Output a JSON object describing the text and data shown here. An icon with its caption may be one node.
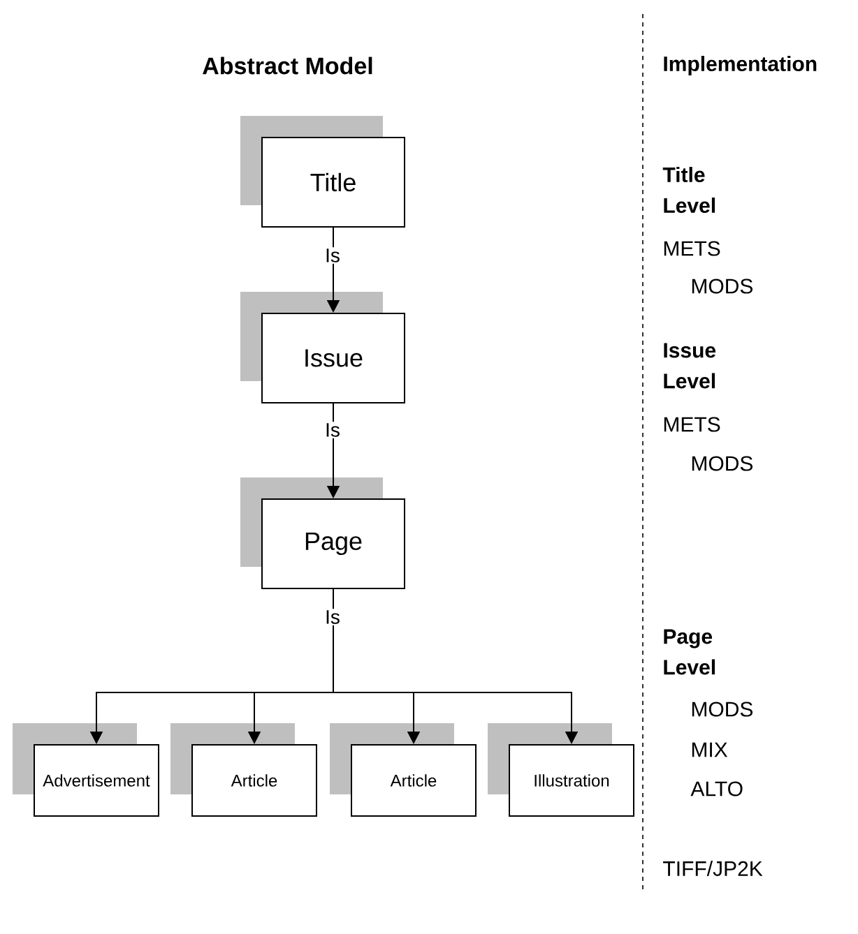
{
  "diagram": {
    "title": "Abstract Model",
    "nodes": [
      {
        "text": [
          "Title"
        ]
      },
      {
        "text": [
          "Issue"
        ]
      },
      {
        "text": [
          "Page"
        ]
      },
      {
        "text": [
          "Advertisement"
        ]
      },
      {
        "text": [
          "Article"
        ]
      },
      {
        "text": [
          "Article"
        ]
      },
      {
        "text": [
          "Illustration"
        ]
      }
    ],
    "edges": [
      {
        "from": 0,
        "to": 1,
        "arrow": "to",
        "label": "Is"
      },
      {
        "from": 1,
        "to": 2,
        "arrow": "to",
        "label": "Is"
      },
      {
        "from": 2,
        "to": 3,
        "arrow": "to",
        "label": "Is"
      },
      {
        "from": 2,
        "to": 4,
        "arrow": "to"
      },
      {
        "from": 2,
        "to": 5,
        "arrow": "to"
      },
      {
        "from": 2,
        "to": 6,
        "arrow": "to"
      }
    ],
    "labels": [
      "Implementation",
      "Title Level",
      "METS",
      "MODS",
      "Issue Level",
      "METS",
      "MODS",
      "Page Level",
      "MODS",
      "MIX",
      "ALTO",
      "TIFF/JP2K"
    ]
  }
}
